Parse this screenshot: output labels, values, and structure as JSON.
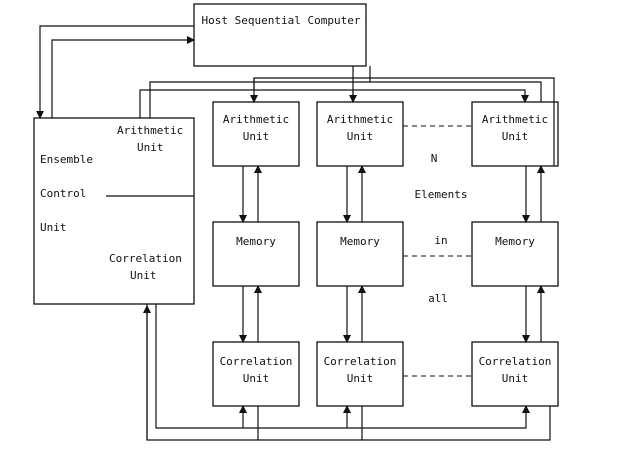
{
  "host": {
    "label": "Host Sequential Computer"
  },
  "ensemble": {
    "arithmetic_line1": "Arithmetic",
    "arithmetic_line2": "Unit",
    "ensemble_label": "Ensemble",
    "control_label": "Control",
    "unit_label": "Unit",
    "correlation_line1": "Correlation",
    "correlation_line2": "Unit"
  },
  "columns": [
    {
      "arith1": "Arithmetic",
      "arith2": "Unit",
      "memory": "Memory",
      "corr1": "Correlation",
      "corr2": "Unit"
    },
    {
      "arith1": "Arithmetic",
      "arith2": "Unit",
      "memory": "Memory",
      "corr1": "Correlation",
      "corr2": "Unit"
    },
    {
      "arith1": "Arithmetic",
      "arith2": "Unit",
      "memory": "Memory",
      "corr1": "Correlation",
      "corr2": "Unit"
    }
  ],
  "annotation": {
    "n": "N",
    "elements": "Elements",
    "in": "in",
    "all": "all"
  }
}
